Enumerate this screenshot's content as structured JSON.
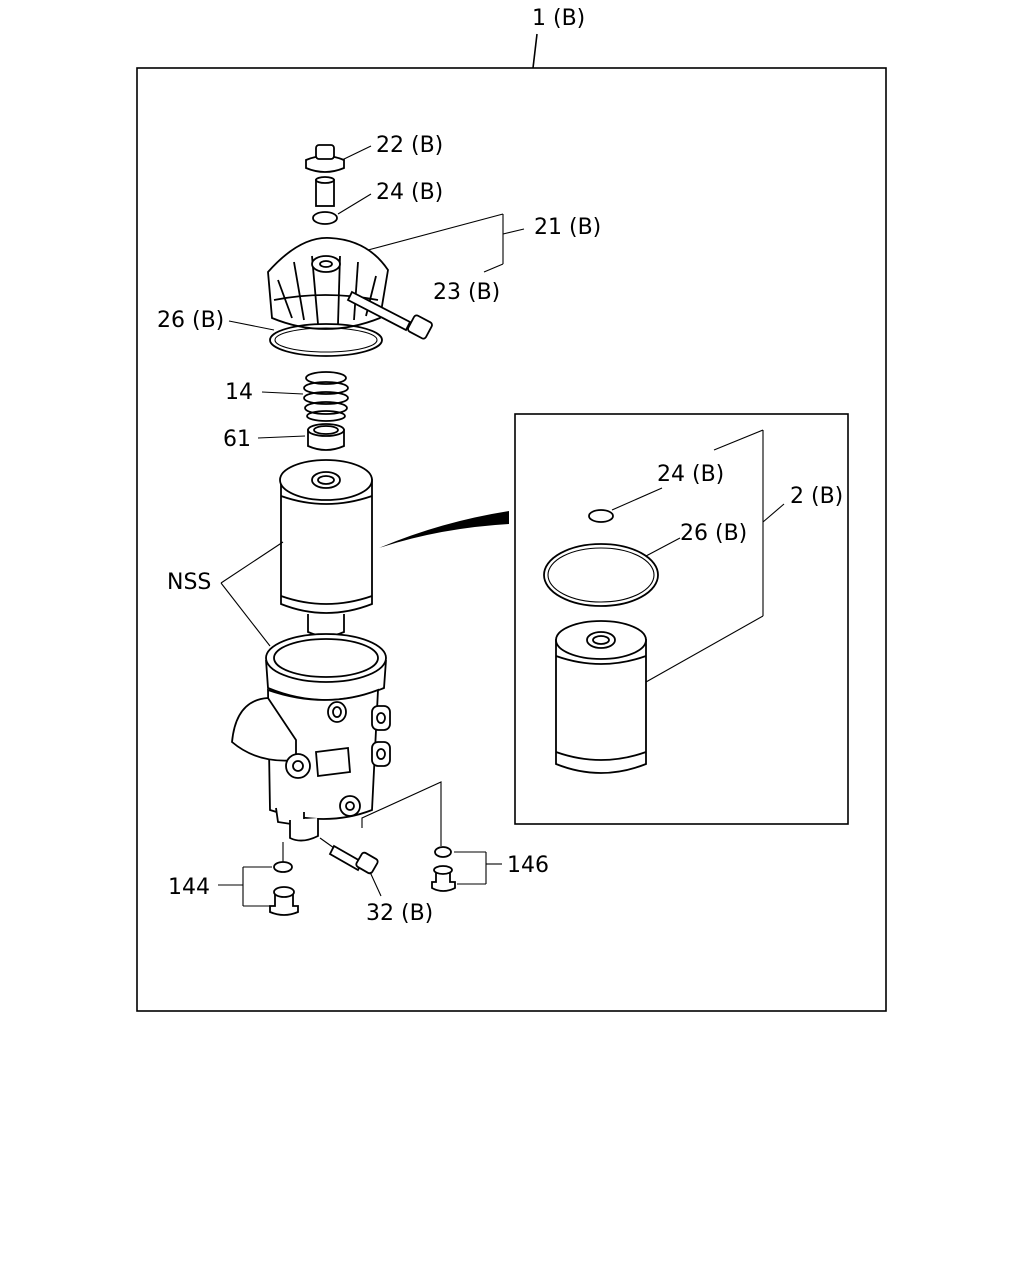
{
  "diagram": {
    "assembly_label": "1 (B)",
    "inset_box": true,
    "labels": [
      {
        "key": "22",
        "text": "22 (B)"
      },
      {
        "key": "24",
        "text": "24 (B)"
      },
      {
        "key": "21",
        "text": "21 (B)"
      },
      {
        "key": "23",
        "text": "23 (B)"
      },
      {
        "key": "26",
        "text": "26 (B)"
      },
      {
        "key": "14",
        "text": "14"
      },
      {
        "key": "61",
        "text": "61"
      },
      {
        "key": "nss",
        "text": "NSS"
      },
      {
        "key": "144",
        "text": "144"
      },
      {
        "key": "32",
        "text": "32 (B)"
      },
      {
        "key": "146",
        "text": "146"
      }
    ],
    "inset_labels": [
      {
        "key": "inset-24",
        "text": "24 (B)"
      },
      {
        "key": "inset-2",
        "text": "2 (B)"
      },
      {
        "key": "inset-26",
        "text": "26 (B)"
      }
    ]
  }
}
